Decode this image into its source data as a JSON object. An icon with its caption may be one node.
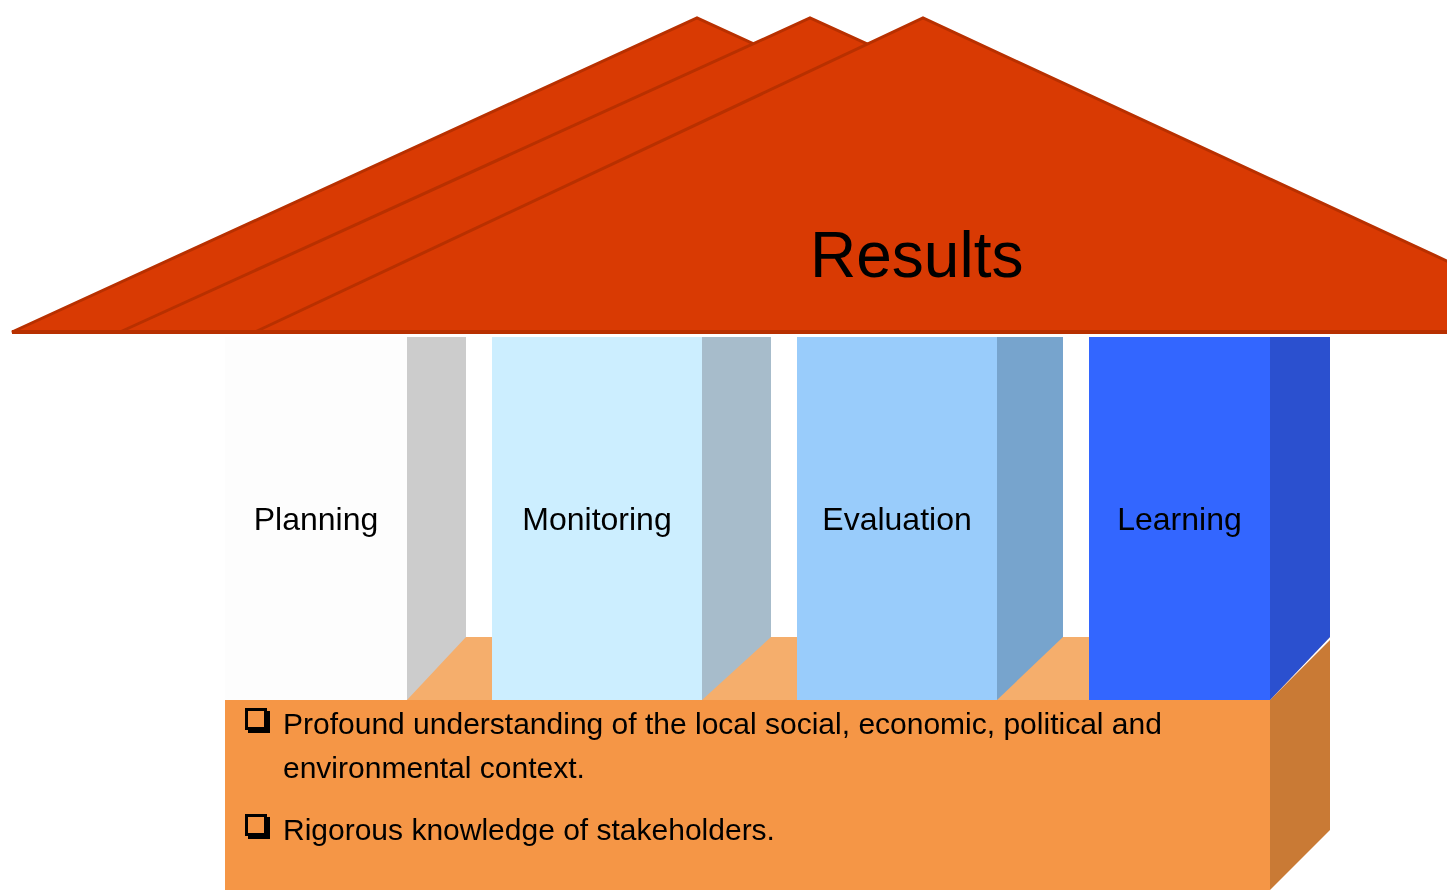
{
  "diagram": {
    "nodes": [
      {
        "text": [
          "Results"
        ]
      },
      {
        "text": [
          "Planning"
        ]
      },
      {
        "text": [
          "Monitoring"
        ]
      },
      {
        "text": [
          "Evaluation"
        ]
      },
      {
        "text": [
          "Learning"
        ]
      },
      {
        "text": [
          "Profound understanding of the local social, economic, political and environmental context.",
          "Rigorous knowledge of stakeholders."
        ]
      }
    ]
  }
}
